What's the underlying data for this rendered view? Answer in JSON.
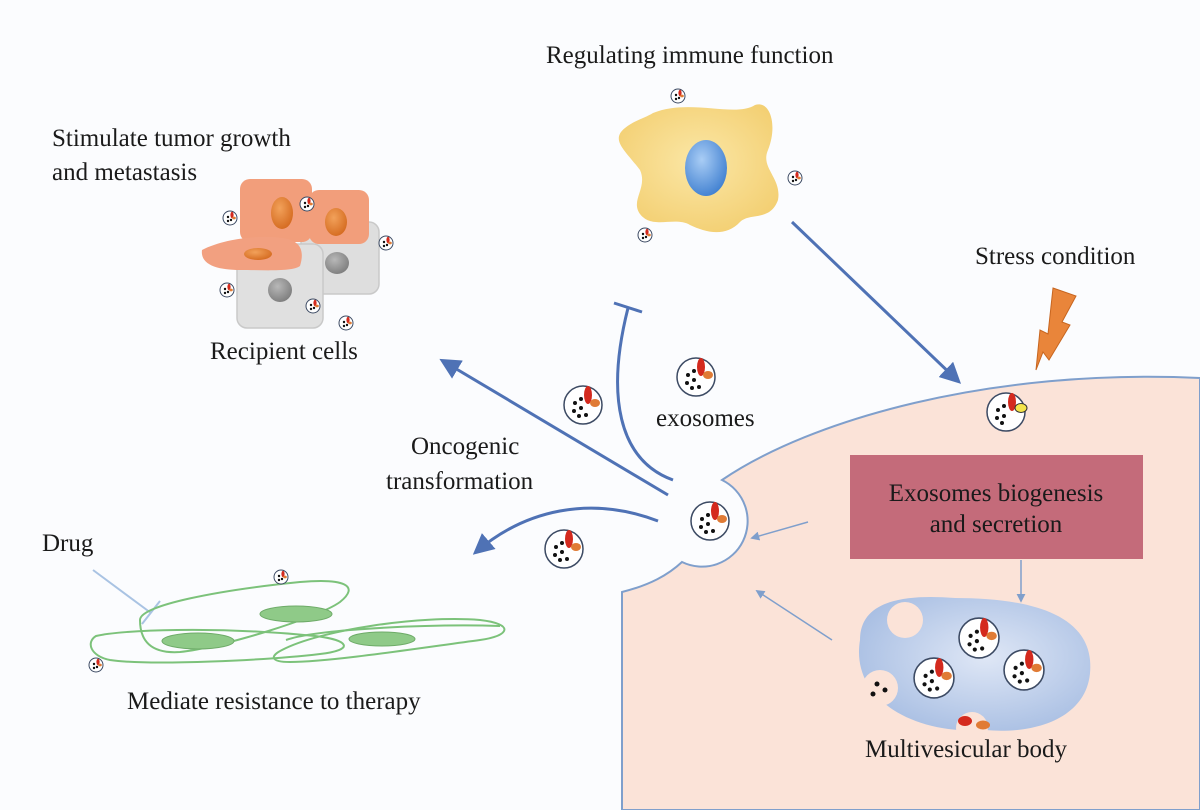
{
  "labels": {
    "immune": "Regulating immune function",
    "tumor_line1": "Stimulate tumor growth",
    "tumor_line2": "and metastasis",
    "recipient": "Recipient cells",
    "stress": "Stress condition",
    "exosomes": "exosomes",
    "oncogenic_line1": "Oncogenic",
    "oncogenic_line2": "transformation",
    "drug": "Drug",
    "resistance": "Mediate resistance to therapy",
    "biogenesis_line1": "Exosomes biogenesis",
    "biogenesis_line2": "and secretion",
    "mvb": "Multivesicular body"
  },
  "colors": {
    "donor_cell": "#fbe3d8",
    "membrane": "#7f9fcc",
    "arrow": "#4f72b5",
    "box": "#c46b7a",
    "tumor_cell": "#f29e7b",
    "recipient_gray": "#cfcfcf",
    "immune_cell": "#f8d88a",
    "nucleus_blue": "#5b94d8",
    "resistant_cell": "#6fb86a",
    "stress_bolt": "#e9853a",
    "mvb_fill": "#b9cbe8",
    "protein_red": "#d42a1e",
    "protein_orange": "#e07b35",
    "protein_yellow": "#f4e44a"
  },
  "icons": [
    "lightning-bolt-icon",
    "exosome-icon",
    "inhibition-bar-icon"
  ]
}
